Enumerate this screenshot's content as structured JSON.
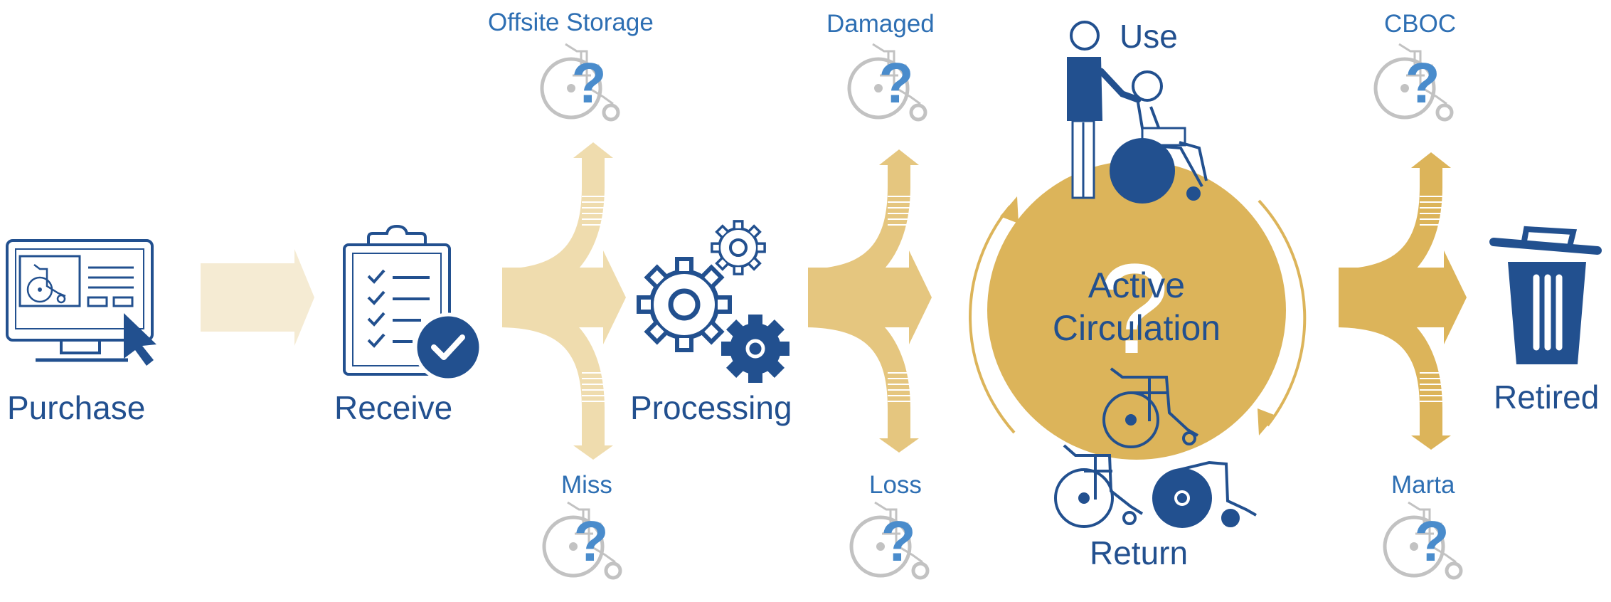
{
  "stages": {
    "purchase": "Purchase",
    "receive": "Receive",
    "processing": "Processing",
    "use": "Use",
    "return": "Return",
    "retired": "Retired"
  },
  "active_circulation": {
    "line1": "Active",
    "line2": "Circulation",
    "unknown_mark": "?"
  },
  "outcomes": {
    "offsite_storage": "Offsite Storage",
    "miss": "Miss",
    "damaged": "Damaged",
    "loss": "Loss",
    "cboc": "CBOC",
    "marta": "Marta"
  },
  "colors": {
    "navy": "#22508f",
    "label_blue": "#2e6fb3",
    "question_blue": "#4a8ccc",
    "gold": "#dcb45a",
    "gold_mid": "#e5c67f",
    "gold_light": "#efdcae",
    "gold_pale": "#f5ebd3",
    "grey": "#c2c2c2"
  },
  "icons": {
    "purchase": "computer-monitor-cursor-icon",
    "receive": "clipboard-check-icon",
    "processing": "gears-icon",
    "use": "person-pushing-wheelchair-icon",
    "return": "wheelchairs-icon",
    "retired": "trash-can-icon",
    "unknown": "wheelchair-question-icon"
  }
}
